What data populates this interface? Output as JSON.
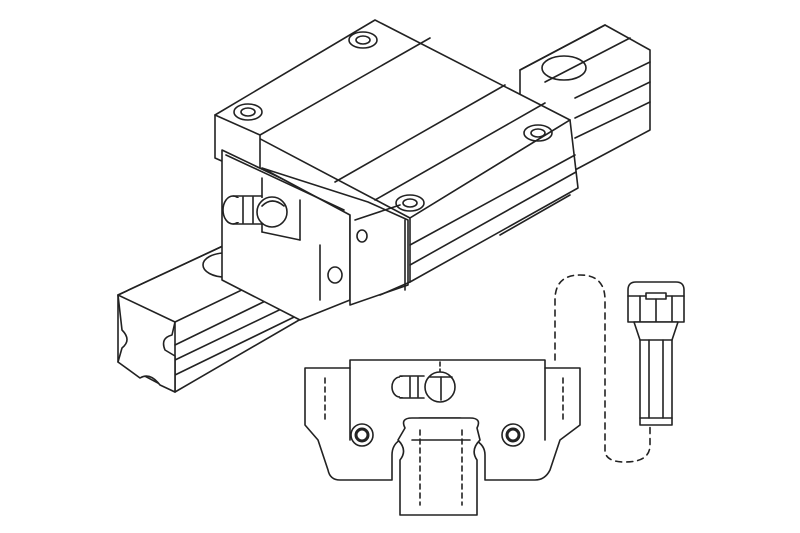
{
  "figure": {
    "background_color": "#ffffff",
    "line_color": "#222222",
    "components": [
      {
        "id": "guide-rail",
        "icon": "linear-guide-rail-icon"
      },
      {
        "id": "carriage-block",
        "icon": "carriage-block-icon"
      },
      {
        "id": "grease-nipple",
        "icon": "grease-nipple-icon"
      },
      {
        "id": "block-end-view",
        "icon": "end-view-cross-section-icon"
      },
      {
        "id": "cap-screw",
        "icon": "socket-head-cap-screw-icon"
      },
      {
        "id": "assembly-path",
        "icon": "dashed-assembly-path-icon"
      }
    ]
  }
}
